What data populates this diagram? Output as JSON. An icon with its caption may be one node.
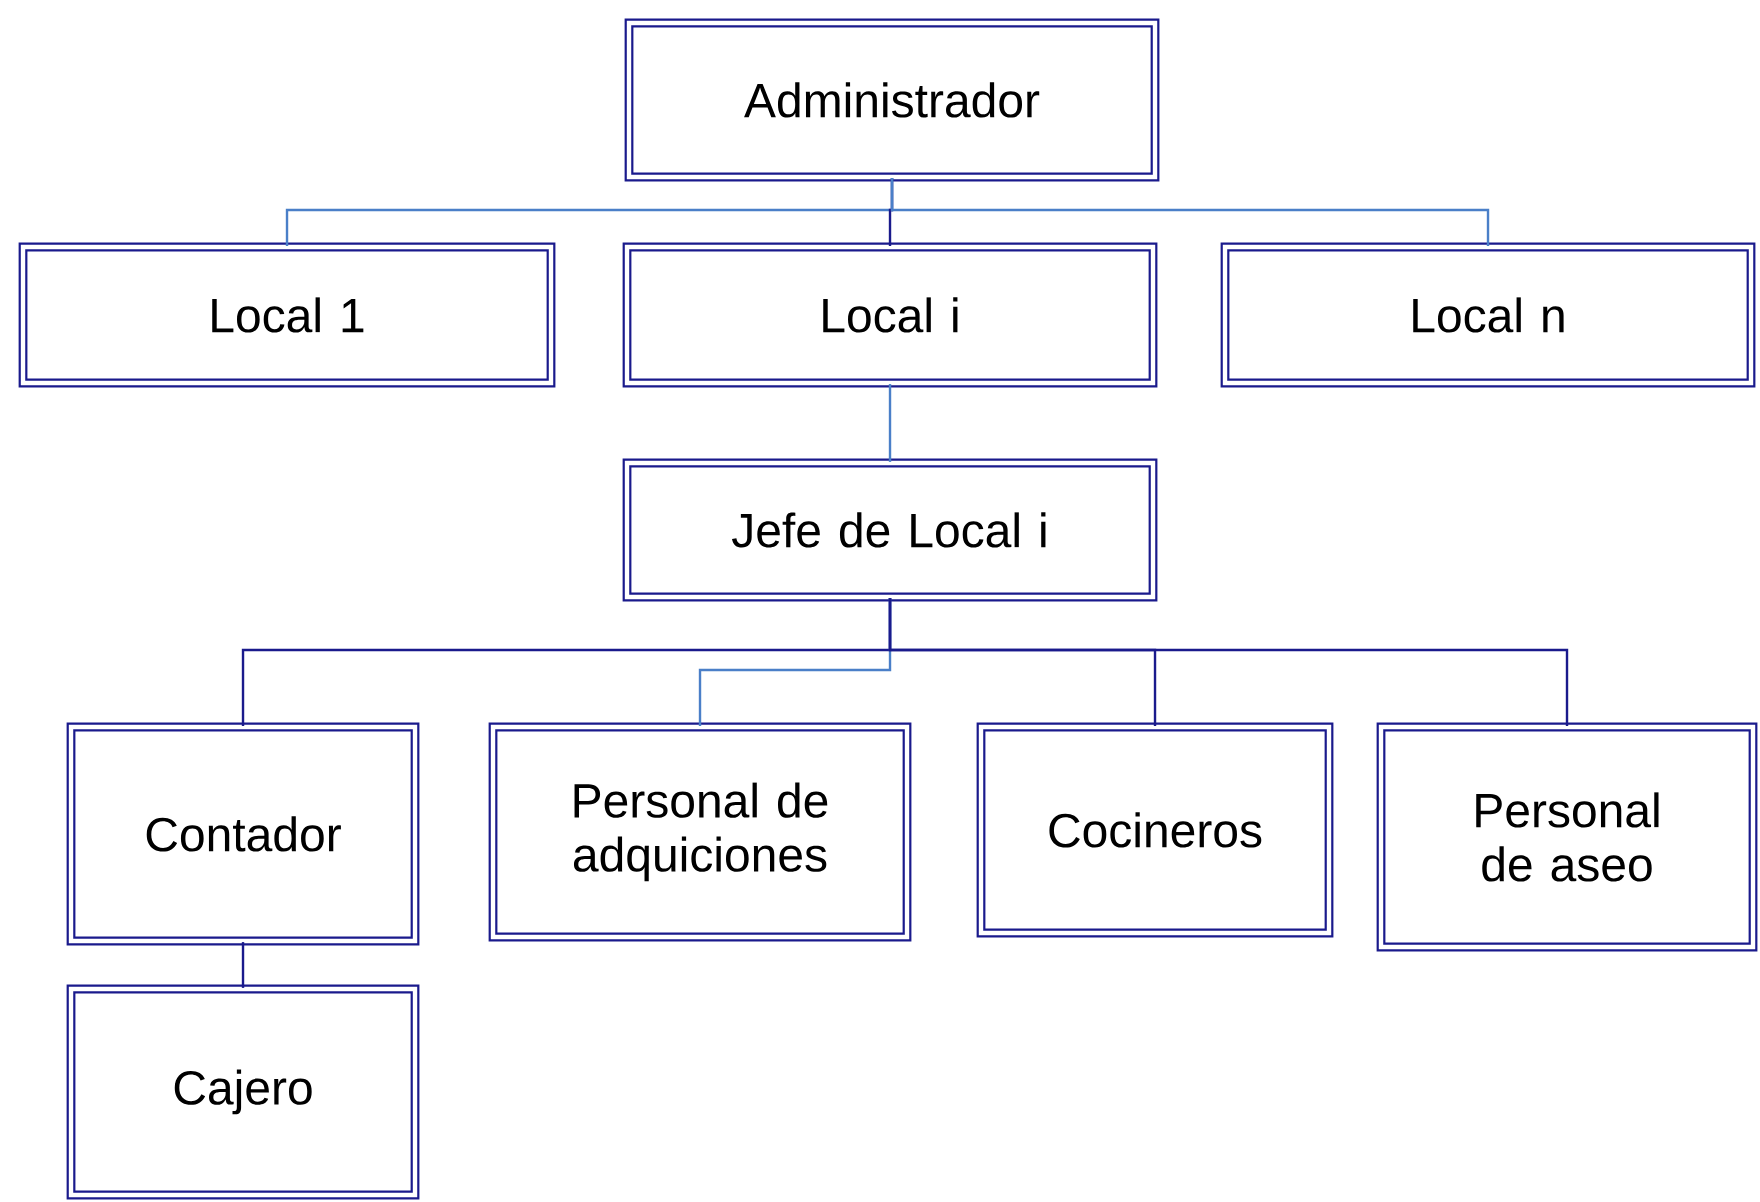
{
  "diagram": {
    "nodes": [
      {
        "text": [
          "Administrador"
        ]
      },
      {
        "text": [
          "Local 1"
        ]
      },
      {
        "text": [
          "Local i"
        ]
      },
      {
        "text": [
          "Local n"
        ]
      },
      {
        "text": [
          "Jefe de Local i"
        ]
      },
      {
        "text": [
          "Contador"
        ]
      },
      {
        "text": [
          "Personal de adquiciones"
        ]
      },
      {
        "text": [
          "Cocineros"
        ]
      },
      {
        "text": [
          "Personal de aseo"
        ]
      },
      {
        "text": [
          "Cajero"
        ]
      }
    ],
    "edges": [
      {
        "from": 0,
        "to": 1,
        "arrow": "none",
        "color": "#4a7fc8"
      },
      {
        "from": 0,
        "to": 2,
        "arrow": "none"
      },
      {
        "from": 0,
        "to": 3,
        "arrow": "none",
        "color": "#4a7fc8"
      },
      {
        "from": 2,
        "to": 4,
        "arrow": "none",
        "color": "#4a7fc8"
      },
      {
        "from": 4,
        "to": 5,
        "arrow": "none"
      },
      {
        "from": 4,
        "to": 6,
        "arrow": "none",
        "color": "#4a7fc8"
      },
      {
        "from": 4,
        "to": 7,
        "arrow": "none"
      },
      {
        "from": 4,
        "to": 8,
        "arrow": "none"
      },
      {
        "from": 5,
        "to": 9,
        "arrow": "none"
      }
    ]
  }
}
